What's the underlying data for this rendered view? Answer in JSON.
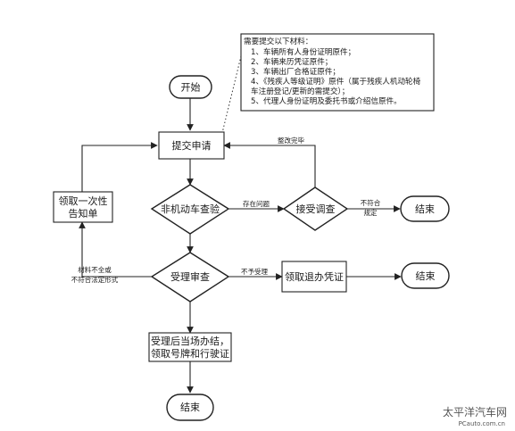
{
  "nodes": {
    "start": "开始",
    "submit": "提交申请",
    "check_vehicle": "非机动车查验",
    "accept_investigation": "接受调查",
    "end_right_1": "结束",
    "review": "受理审查",
    "return_certificate": "领取退办凭证",
    "end_right_2": "结束",
    "notice_line1": "领取一次性",
    "notice_line2": "告知单",
    "complete_line1": "受理后当场办结，",
    "complete_line2": "领取号牌和行驶证",
    "end_bottom": "结束"
  },
  "edge_labels": {
    "problem": "存在问题",
    "not_compliant_line1": "不符合",
    "not_compliant_line2": "规定",
    "not_accepted": "不予受理",
    "correction_done": "整改完毕",
    "incomplete_line1": "材料不全或",
    "incomplete_line2": "不符合法定形式"
  },
  "materials_note": {
    "title": "需要提交以下材料：",
    "items": [
      "1、车辆所有人身份证明原件；",
      "2、车辆来历凭证原件；",
      "3、车辆出厂合格证原件；",
      "4、《残疾人等级证明》原件（属于残疾人机动轮椅",
      "车注册登记/更新的需提交）；",
      "5、代理人身份证明及委托书或介绍信原件。"
    ]
  },
  "watermark": {
    "line1": "太平洋汽车网",
    "line2": "PCauto.com.cn"
  }
}
